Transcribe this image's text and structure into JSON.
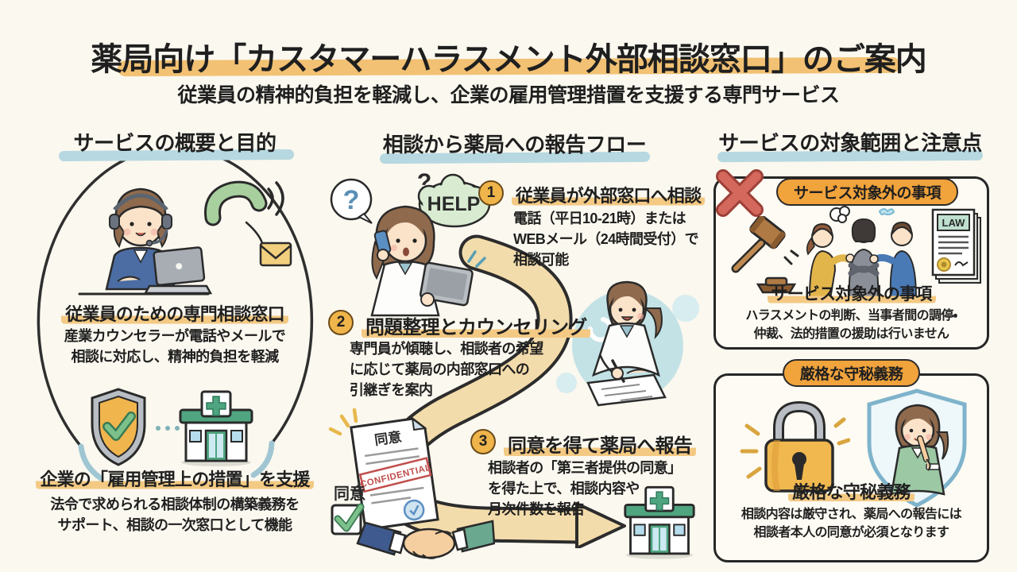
{
  "page": {
    "title": "薬局向け「カスタマーハラスメント外部相談窓口」のご案内",
    "subtitle": "従業員の精神的負担を軽減し、企業の雇用管理措置を支援する専門サービス"
  },
  "left": {
    "header": "サービスの概要と目的",
    "section1": {
      "heading": "従業員のための専門相談窓口",
      "body": "産業カウンセラーが電話やメールで\n相談に対応し、精神的負担を軽減"
    },
    "section2": {
      "heading": "企業の「雇用管理上の措置」を支援",
      "body": "法令で求められる相談体制の構築義務を\nサポート、相談の一次窓口として機能"
    }
  },
  "middle": {
    "header": "相談から薬局への報告フロー",
    "steps": [
      {
        "num": "1",
        "heading": "従業員が外部窓口へ相談",
        "body": "電話（平日10-21時）または\nWEBメール（24時間受付）で\n相談可能"
      },
      {
        "num": "2",
        "heading": "問題整理とカウンセリング",
        "body": "専門員が傾聴し、相談者の希望\nに応じて薬局の内部窓口への\n引継ぎを案内"
      },
      {
        "num": "3",
        "heading": "同意を得て薬局へ報告",
        "body": "相談者の「第三者提供の同意」\nを得た上で、相談内容や\n月次件数を報告"
      }
    ],
    "labels": {
      "question_bubble": "?",
      "question_float": "?",
      "help": "HELP",
      "consent_doc_title": "同意",
      "confidential": "CONFIDENTIAL",
      "consent_check_label": "同意"
    }
  },
  "right": {
    "header": "サービスの対象範囲と注意点",
    "cards": [
      {
        "badge": "サービス対象外の事項",
        "heading": "サービス対象外の事項",
        "body": "ハラスメントの判断、当事者間の調停・\n仲裁、法的措置の援助は行いません",
        "law_label": "LAW"
      },
      {
        "badge": "厳格な守秘義務",
        "heading": "厳格な守秘義務",
        "body": "相談内容は厳守され、薬局への報告には\n相談者本人の同意が必須となります"
      }
    ]
  },
  "colors": {
    "background": "#faf8ef",
    "title_highlight": "#f2c173",
    "header_highlight_blue": "#b7d8e0",
    "heading_highlight_yellow": "#f3c983",
    "badge_orange": "#f1a33c",
    "step_circle_gold": "#f0b54a",
    "cross_red": "#d4685c",
    "arrow_tan": "#f3dcab",
    "pharmacy_green": "#4fa57f",
    "shield_gold": "#f1b54e",
    "lock_gold": "#f0b84e",
    "text": "#1f1f1f"
  }
}
